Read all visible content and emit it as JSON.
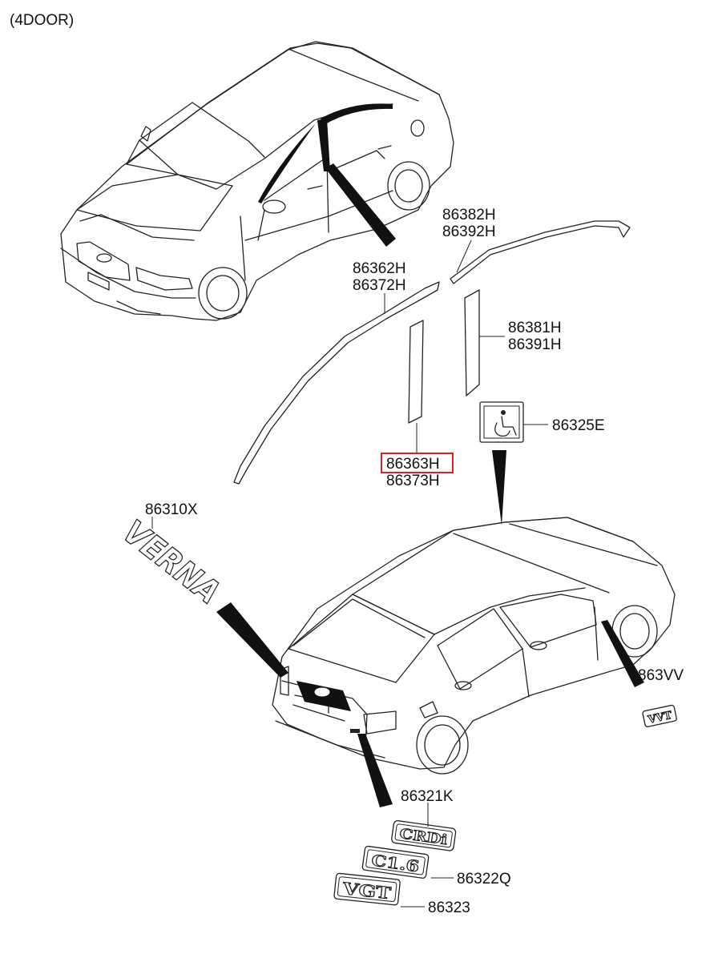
{
  "diagram": {
    "header": "(4DOOR)",
    "callouts": [
      {
        "id": "mld-a",
        "line1": "86382H",
        "line2": "86392H"
      },
      {
        "id": "mld-b",
        "line1": "86362H",
        "line2": "86372H"
      },
      {
        "id": "tape-rear",
        "line1": "86381H",
        "line2": "86391H"
      },
      {
        "id": "tape-front",
        "line1": "86363H",
        "line2": "86373H",
        "highlighted": true
      },
      {
        "id": "decal",
        "line1": "86325E"
      },
      {
        "id": "name-emblem",
        "line1": "86310X"
      },
      {
        "id": "vvt-emblem",
        "line1": "863VV"
      },
      {
        "id": "crdi-emblem",
        "line1": "86321K"
      },
      {
        "id": "cl6-emblem",
        "line1": "86322Q"
      },
      {
        "id": "vgt-emblem",
        "line1": "86323"
      }
    ],
    "emblems": {
      "name_logo": "VERNA",
      "vvt": "VVT",
      "crdi": "CRDi",
      "cl6": "C1.6",
      "vgt": "VGT"
    },
    "highlight_color": "#e02020"
  }
}
